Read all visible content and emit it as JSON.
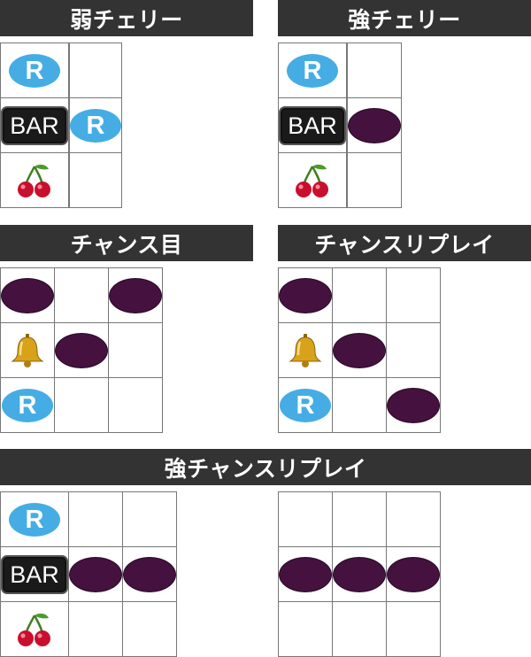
{
  "panels": [
    {
      "title": "弱チェリー",
      "rows": [
        [
          "replay",
          "",
          ""
        ],
        [
          "bar",
          "",
          "replay"
        ],
        [
          "cherry",
          "",
          ""
        ]
      ]
    },
    {
      "title": "強チェリー",
      "rows": [
        [
          "replay",
          "",
          ""
        ],
        [
          "bar",
          "",
          "blank"
        ],
        [
          "cherry",
          "",
          ""
        ]
      ]
    },
    {
      "title": "チャンス目",
      "rows": [
        [
          "blank",
          "",
          "blank"
        ],
        [
          "bell",
          "blank",
          ""
        ],
        [
          "replay",
          "",
          ""
        ]
      ]
    },
    {
      "title": "チャンスリプレイ",
      "rows": [
        [
          "blank",
          "",
          ""
        ],
        [
          "bell",
          "blank",
          ""
        ],
        [
          "replay",
          "",
          "blank"
        ]
      ]
    },
    {
      "title": "強チャンスリプレイ",
      "rows": [
        [
          "replay",
          "",
          "",
          "",
          "",
          ""
        ],
        [
          "bar",
          "blank",
          "blank",
          "blank",
          "blank",
          "blank"
        ],
        [
          "cherry",
          "",
          "",
          "",
          "",
          ""
        ]
      ]
    }
  ],
  "symbols": {
    "replay_letter": "R",
    "bar_text": "BAR",
    "replay_icon": "replay-r-icon",
    "bar_icon": "bar-icon",
    "cherry_icon": "cherry-icon",
    "bell_icon": "bell-icon",
    "blank_icon": "blank-oval-icon"
  },
  "colors": {
    "header_bg": "#333333",
    "header_text": "#ffffff",
    "replay": "#45ade4",
    "blank": "#45113f",
    "bar_bg": "#1a1a1a",
    "cherry": "#c8102e",
    "bell": "#d9a21b",
    "grid_line": "#777777"
  }
}
